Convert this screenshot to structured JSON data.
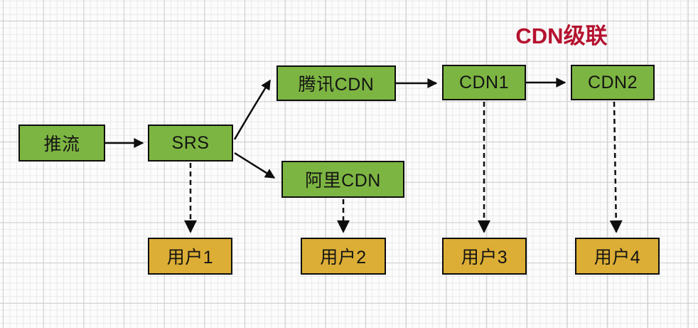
{
  "title": {
    "text": "CDN级联"
  },
  "nodes": {
    "push": {
      "label": "推流"
    },
    "srs": {
      "label": "SRS"
    },
    "tencent": {
      "label": "腾讯CDN"
    },
    "ali": {
      "label": "阿里CDN"
    },
    "cdn1": {
      "label": "CDN1"
    },
    "cdn2": {
      "label": "CDN2"
    },
    "user1": {
      "label": "用户1"
    },
    "user2": {
      "label": "用户2"
    },
    "user3": {
      "label": "用户3"
    },
    "user4": {
      "label": "用户4"
    }
  },
  "edges": [
    {
      "from": "push",
      "to": "srs",
      "style": "solid"
    },
    {
      "from": "srs",
      "to": "tencent",
      "style": "solid"
    },
    {
      "from": "srs",
      "to": "ali",
      "style": "solid"
    },
    {
      "from": "tencent",
      "to": "cdn1",
      "style": "solid"
    },
    {
      "from": "cdn1",
      "to": "cdn2",
      "style": "solid"
    },
    {
      "from": "srs",
      "to": "user1",
      "style": "dashed"
    },
    {
      "from": "ali",
      "to": "user2",
      "style": "dashed"
    },
    {
      "from": "cdn1",
      "to": "user3",
      "style": "dashed"
    },
    {
      "from": "cdn2",
      "to": "user4",
      "style": "dashed"
    }
  ],
  "colors": {
    "node_green": "#7db542",
    "node_gold": "#dcae35",
    "edge_black": "#0d0d0d",
    "title_red": "#b5122f"
  }
}
